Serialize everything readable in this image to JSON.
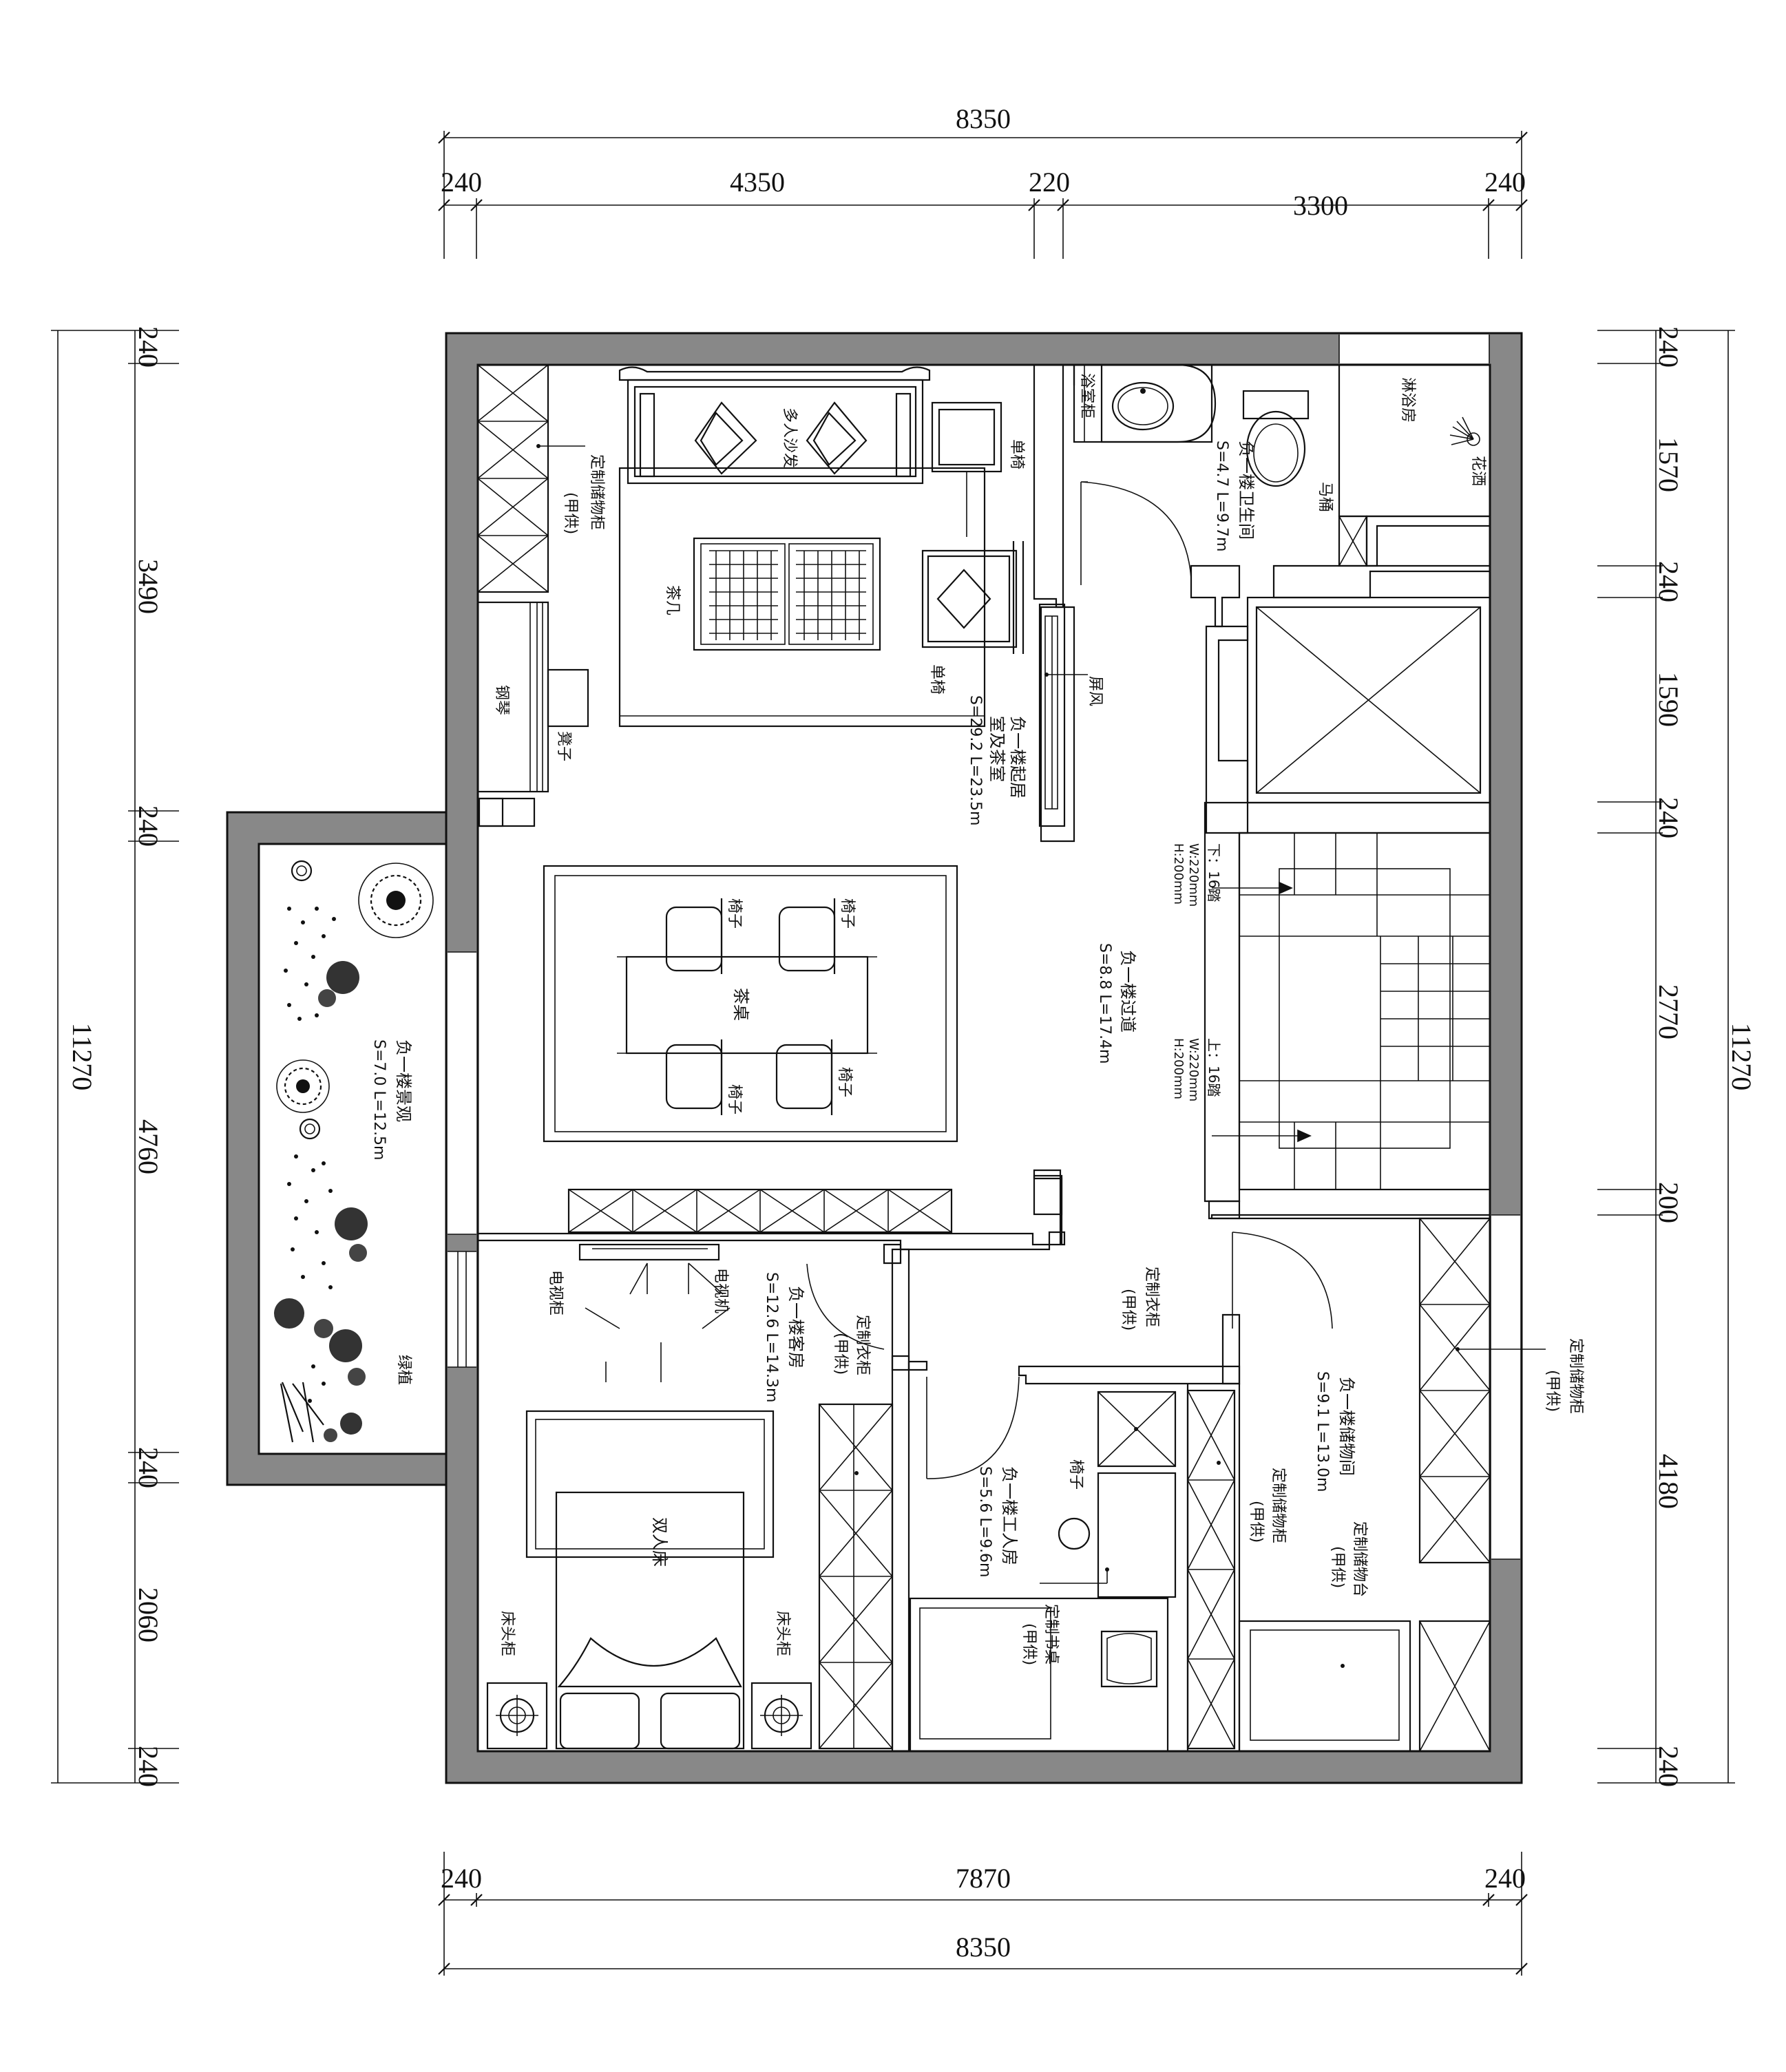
{
  "dimensions": {
    "top_total": "8350",
    "top_segments": [
      "240",
      "4350",
      "220",
      "3300",
      "240"
    ],
    "bottom_segments": [
      "240",
      "7870",
      "240"
    ],
    "bottom_total": "8350",
    "left_total": "11270",
    "left_segments": [
      "240",
      "3490",
      "240",
      "4760",
      "240",
      "2060",
      "240"
    ],
    "right_total": "11270",
    "right_segments": [
      "240",
      "1570",
      "240",
      "1590",
      "240",
      "2770",
      "200",
      "4180",
      "240"
    ]
  },
  "rooms": {
    "living": {
      "name": "负一楼起居",
      "name2": "室及茶室",
      "area": "S=29.2 L=23.5m"
    },
    "bathroom": {
      "name": "负一楼卫生间",
      "area": "S=4.7 L=9.7m"
    },
    "corridor": {
      "name": "负一楼过道",
      "area": "S=8.8 L=17.4m"
    },
    "garden": {
      "name": "负一楼景观",
      "area": "S=7.0 L=12.5m"
    },
    "guest": {
      "name": "负一楼客房",
      "area": "S=12.6 L=14.3m"
    },
    "maid": {
      "name": "负一楼工人房",
      "area": "S=5.6 L=9.6m"
    },
    "storage": {
      "name": "负一楼储物间",
      "area": "S=9.1 L=13.0m"
    }
  },
  "furniture": {
    "custom_cabinet": "定制储物柜",
    "supplied": "(甲供)",
    "sofa": "多人沙发",
    "single_chair_1": "单椅",
    "single_chair_2": "单椅",
    "tea_table": "茶几",
    "piano": "钢琴",
    "stool": "凳子",
    "vanity": "浴室柜",
    "toilet": "马桶",
    "shower_room": "淋浴房",
    "shower_head": "花洒",
    "screen": "屏风",
    "chair": "椅子",
    "tea_desk": "茶桌",
    "tv_cabinet": "电视柜",
    "tv": "电视机",
    "wardrobe": "定制衣柜",
    "double_bed": "双人床",
    "nightstand": "床头柜",
    "desk": "定制书桌",
    "storage_counter": "定制储物台",
    "greenery": "绿植"
  },
  "stairs": {
    "down_label": "下：16踏",
    "down_w": "W:220mm",
    "down_h": "H:200mm",
    "up_label": "上：16踏",
    "up_w": "W:220mm",
    "up_h": "H:200mm"
  }
}
